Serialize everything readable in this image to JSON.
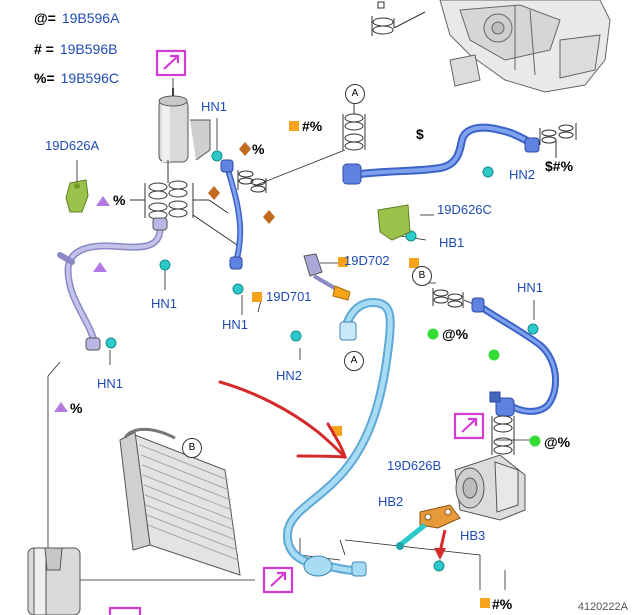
{
  "legend": [
    {
      "symbol": "@=",
      "code": "19B596A"
    },
    {
      "symbol": "# =",
      "code": "19B596B"
    },
    {
      "symbol": "%=",
      "code": "19B596C"
    }
  ],
  "labels": {
    "hn1_top": "HN1",
    "d626a": "19D626A",
    "pct_left": "%",
    "pct_diamond": "%",
    "hash_pct_a": "#%",
    "dollar": "$",
    "dollar_hash_pct": "$#%",
    "hn2_right": "HN2",
    "d626c": "19D626C",
    "hb1": "HB1",
    "hn1_mid_left": "HN1",
    "d702": "19D702",
    "d701": "19D701",
    "hn1_mid": "HN1",
    "hn1_right": "HN1",
    "at_pct_b": "@%",
    "hn2_mid": "HN2",
    "hn1_lower_left": "HN1",
    "pct_lower_left": "%",
    "at_pct_c": "@%",
    "d626b": "19D626B",
    "hb2": "HB2",
    "hb3": "HB3",
    "hash_pct_bottom": "#%"
  },
  "callouts": {
    "a1": "A",
    "a2": "A",
    "b1": "B",
    "b2": "B"
  },
  "doc_number": "4120222A",
  "colors": {
    "label_blue": "#1f4bb5",
    "hose_blue": "#4a72d6",
    "hose_light_blue": "#8fd0ef",
    "tube_lavender": "#aaa9dc",
    "orange_marker": "#f5a31a",
    "diamond_brown": "#c26a1e",
    "green_dot": "#33dd33",
    "magenta_box": "#d43bd4",
    "fastener_cyan": "#2bc9c9",
    "arrow_red": "#d42a2a",
    "bracket_olive": "#8eb53a"
  }
}
